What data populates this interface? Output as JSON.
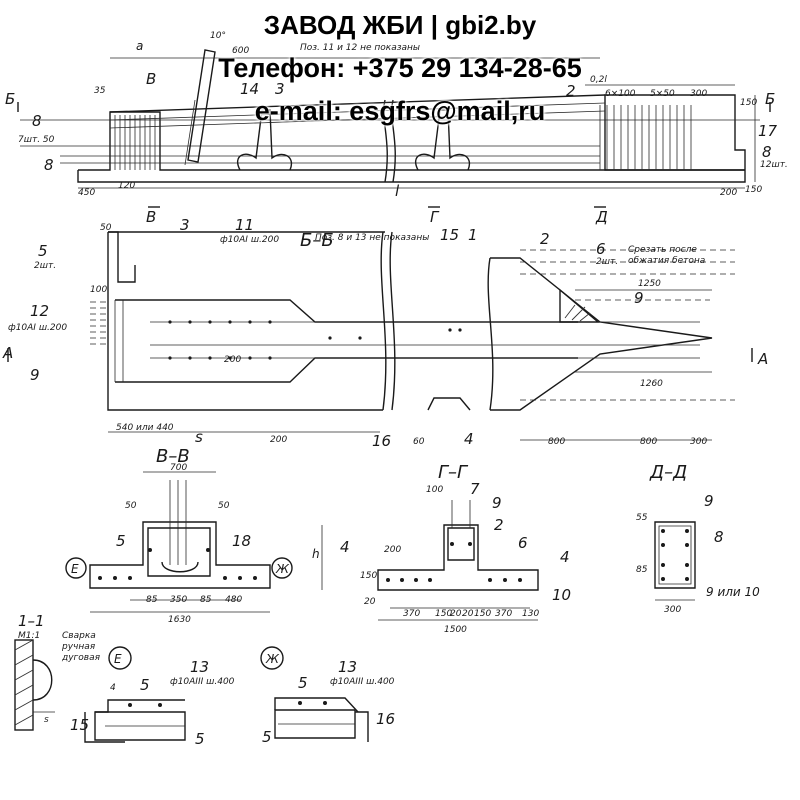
{
  "overlay": {
    "line1": "ЗАВОД ЖБИ | gbi2.by",
    "line2": "Телефон: +375 29 134-28-65",
    "line3": "e-mail: esgfrs@mail,ru"
  },
  "elevation": {
    "dims": [
      "a",
      "10°",
      "600",
      "35",
      "6×100",
      "5×50",
      "300",
      "150",
      "0,2l",
      "450",
      "120",
      "l",
      "200",
      "150"
    ],
    "notes": [
      "Поз. 11 и 12 не показаны"
    ],
    "marks": [
      "Б",
      "Б",
      "В",
      "В",
      "Г",
      "Д"
    ],
    "pos": [
      "8",
      "7шт. 50",
      "8",
      "14",
      "3",
      "2",
      "17",
      "8",
      "12шт."
    ]
  },
  "plan": {
    "section_title": "Б–Б",
    "note1": "Поз. 8 и 13 не показаны",
    "note2": "Срезать после",
    "note3": "обжатия бетона",
    "pos": [
      "5",
      "2шт.",
      "3",
      "11",
      "ф10АI ш.200",
      "15",
      "1",
      "2",
      "6",
      "2шт.",
      "12",
      "ф10АI ш.200",
      "9",
      "9",
      "16",
      "4"
    ],
    "dims": [
      "50",
      "100",
      "200",
      "1250",
      "1260",
      "540 или 440",
      "s",
      "200",
      "60",
      "800",
      "800",
      "300"
    ],
    "marks": [
      "А",
      "А"
    ]
  },
  "sec_v": {
    "title": "В–В",
    "dims": [
      "700",
      "50",
      "50",
      "85",
      "350",
      "85",
      "480",
      "1630"
    ],
    "pos": [
      "5",
      "18"
    ],
    "circles": [
      "Е",
      "Ж"
    ]
  },
  "sec_g": {
    "title": "Г–Г",
    "dims": [
      "100",
      "200",
      "h",
      "150",
      "20",
      "370",
      "150",
      "20",
      "20",
      "150",
      "370",
      "130",
      "1500"
    ],
    "pos": [
      "7",
      "9",
      "2",
      "6",
      "4",
      "4",
      "10"
    ]
  },
  "sec_d": {
    "title": "Д–Д",
    "dims": [
      "55",
      "85",
      "300"
    ],
    "pos": [
      "9",
      "8",
      "9 или 10"
    ]
  },
  "detail_11": {
    "title": "1–1",
    "scale": "М1:1",
    "note": [
      "Сварка",
      "ручная",
      "дуговая"
    ],
    "dims": [
      "s"
    ]
  },
  "detail_e": {
    "circle": "Е",
    "pos": [
      "13",
      "4",
      "5",
      "15",
      "5"
    ],
    "rebar": "ф10АIII ш.400"
  },
  "detail_zh": {
    "circle": "Ж",
    "pos": [
      "13",
      "5",
      "5",
      "16"
    ],
    "rebar": "ф10АIII ш.400"
  }
}
